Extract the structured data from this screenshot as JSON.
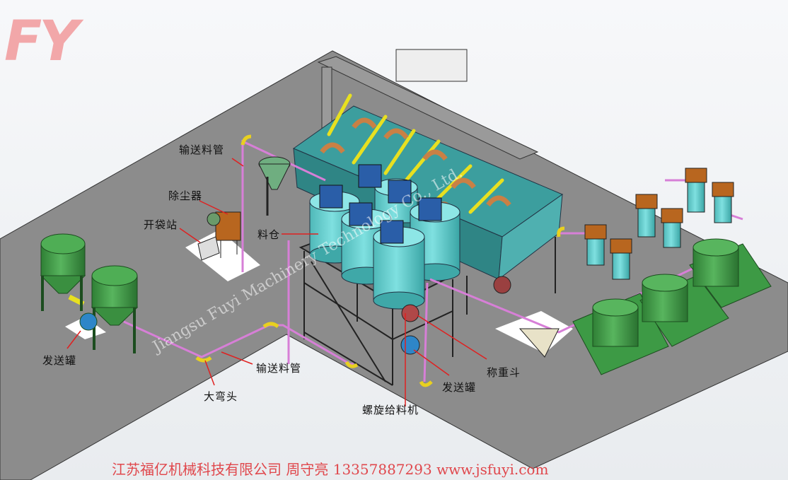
{
  "logo": {
    "text": "FY",
    "color": "#f29a9c"
  },
  "watermark": "Jiangsu Fuyi Machinery Technology Co., Ltd.",
  "labels": {
    "conveying_pipe_top": "输送料管",
    "dust_collector": "除尘器",
    "bag_dump_station": "开袋站",
    "silo": "料仓",
    "sending_tank_left": "发送罐",
    "large_elbow": "大弯头",
    "conveying_pipe_bottom": "输送料管",
    "screw_feeder": "螺旋给料机",
    "sending_tank_right": "发送罐",
    "weighing_hopper": "称重斗"
  },
  "footer": {
    "company": "江苏福亿机械科技有限公司",
    "contact": "周守亮",
    "phone": "13357887293",
    "website": "www.jsfuyi.com"
  },
  "colors": {
    "floor": "#8c8c8c",
    "silo": "#5fc9c9",
    "pipe": "#d77fd7",
    "green_tank": "#3f9a45",
    "arrow": "#e02020",
    "footer_text": "#e0474c"
  }
}
